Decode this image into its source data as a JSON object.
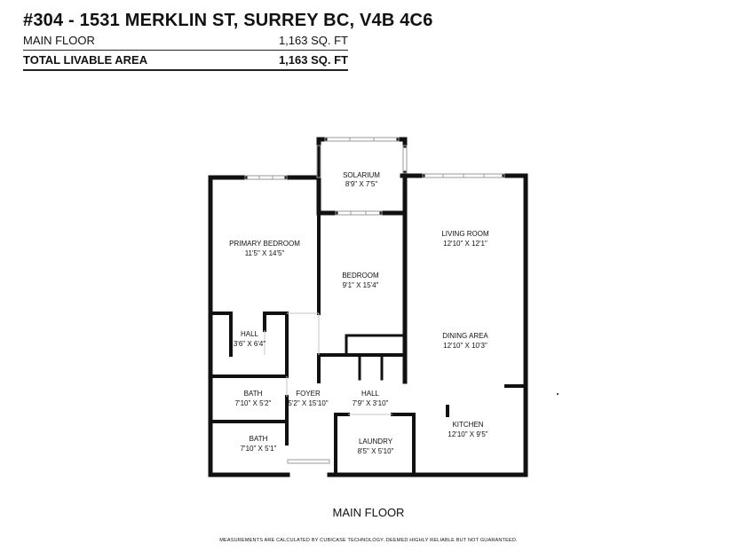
{
  "header": {
    "address": "#304 - 1531 MERKLIN ST, SURREY BC, V4B 4C6",
    "floor_label": "MAIN FLOOR",
    "floor_area": "1,163 SQ. FT",
    "total_label": "TOTAL LIVABLE AREA",
    "total_area": "1,163 SQ. FT"
  },
  "rooms": {
    "solarium": {
      "name": "SOLARIUM",
      "dim": "8'9\" X 7'5\""
    },
    "primary_bedroom": {
      "name": "PRIMARY BEDROOM",
      "dim": "11'5\" X 14'5\""
    },
    "bedroom": {
      "name": "BEDROOM",
      "dim": "9'1\" X 15'4\""
    },
    "living_room": {
      "name": "LIVING ROOM",
      "dim": "12'10\" X 12'1\""
    },
    "hall_left": {
      "name": "HALL",
      "dim": "3'6\" X 6'4\""
    },
    "dining_area": {
      "name": "DINING AREA",
      "dim": "12'10\" X 10'3\""
    },
    "bath_upper": {
      "name": "BATH",
      "dim": "7'10\" X 5'2\""
    },
    "foyer": {
      "name": "FOYER",
      "dim": "5'2\" X 15'10\""
    },
    "hall_center": {
      "name": "HALL",
      "dim": "7'9\" X 3'10\""
    },
    "kitchen": {
      "name": "KITCHEN",
      "dim": "12'10\" X 9'5\""
    },
    "bath_lower": {
      "name": "BATH",
      "dim": "7'10\" X 5'1\""
    },
    "laundry": {
      "name": "LAUNDRY",
      "dim": "8'5\" X 5'10\""
    }
  },
  "footer": {
    "floor_name": "MAIN FLOOR",
    "disclaimer": "MEASUREMENTS ARE CALCULATED BY CUBICASE TECHNOLOGY. DEEMED HIGHLY RELIABLE BUT NOT GUARANTEED."
  },
  "colors": {
    "wall": "#111111",
    "window": "#9a9a9a",
    "background": "#ffffff"
  }
}
